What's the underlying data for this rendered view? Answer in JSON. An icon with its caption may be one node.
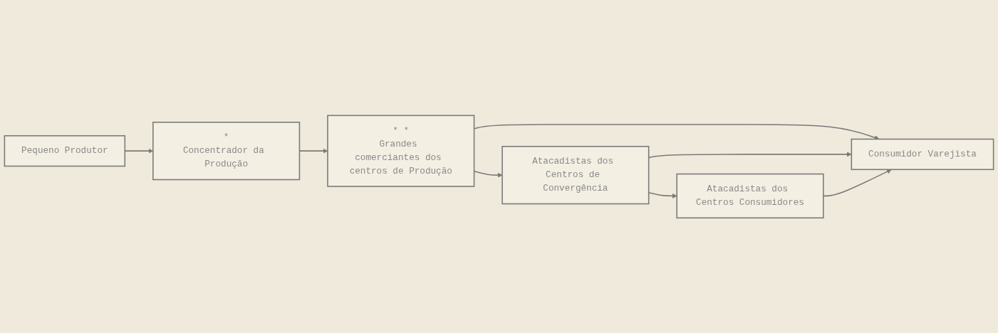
{
  "diagram": {
    "nodes": [
      {
        "text": [
          "Pequeno Produtor"
        ]
      },
      {
        "text": [
          "*",
          "Concentrador da Produção"
        ]
      },
      {
        "text": [
          "* *",
          "Grandes comerciantes dos centros de Produção"
        ]
      },
      {
        "text": [
          "Atacadistas dos Centros de Convergência"
        ]
      },
      {
        "text": [
          "Consumidor Varejista"
        ]
      },
      {
        "text": [
          "Atacadistas dos Centros Consumidores"
        ]
      }
    ],
    "edges": [
      {
        "from": 0,
        "to": 1,
        "arrow": "to"
      },
      {
        "from": 1,
        "to": 2,
        "arrow": "to"
      },
      {
        "from": 2,
        "to": 3,
        "arrow": "to"
      },
      {
        "from": 2,
        "to": 4,
        "arrow": "to"
      },
      {
        "from": 3,
        "to": 4,
        "arrow": "to"
      },
      {
        "from": 3,
        "to": 5,
        "arrow": "to"
      },
      {
        "from": 5,
        "to": 4,
        "arrow": "to"
      }
    ]
  }
}
